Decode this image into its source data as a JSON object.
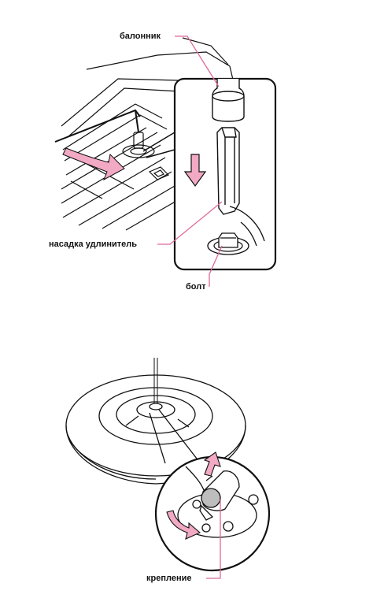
{
  "labels": {
    "wrench": "балонник",
    "extension": "насадка удлинитель",
    "bolt": "болт",
    "fastener": "крепление"
  },
  "colors": {
    "accent": "#e0689a",
    "arrow_fill": "#f2a9c4",
    "line": "#111111"
  },
  "icons": {
    "down_arrow": "down-arrow-icon",
    "rotate_arrow": "rotate-arrow-icon",
    "up_arrow": "up-arrow-icon"
  }
}
